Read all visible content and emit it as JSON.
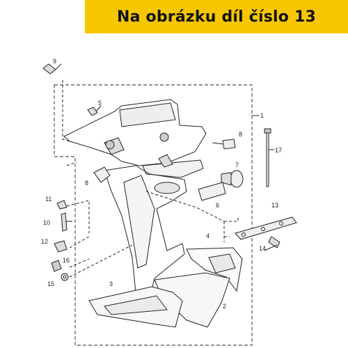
{
  "banner": {
    "text": "Na obrázku díl číslo 13",
    "color": "#f7c600"
  },
  "callouts": [
    {
      "id": "c1",
      "text": "1"
    },
    {
      "id": "c2",
      "text": "2"
    },
    {
      "id": "c3",
      "text": "3"
    },
    {
      "id": "c4",
      "text": "4"
    },
    {
      "id": "c5",
      "text": "5"
    },
    {
      "id": "c6",
      "text": "6"
    },
    {
      "id": "c7",
      "text": "7"
    },
    {
      "id": "c8a",
      "text": "8"
    },
    {
      "id": "c8b",
      "text": "8"
    },
    {
      "id": "c9",
      "text": "9"
    },
    {
      "id": "c10",
      "text": "10"
    },
    {
      "id": "c11",
      "text": "11"
    },
    {
      "id": "c12",
      "text": "12"
    },
    {
      "id": "c13",
      "text": "13"
    },
    {
      "id": "c14",
      "text": "14"
    },
    {
      "id": "c15",
      "text": "15"
    },
    {
      "id": "c16",
      "text": "16"
    },
    {
      "id": "c17",
      "text": "17"
    }
  ]
}
